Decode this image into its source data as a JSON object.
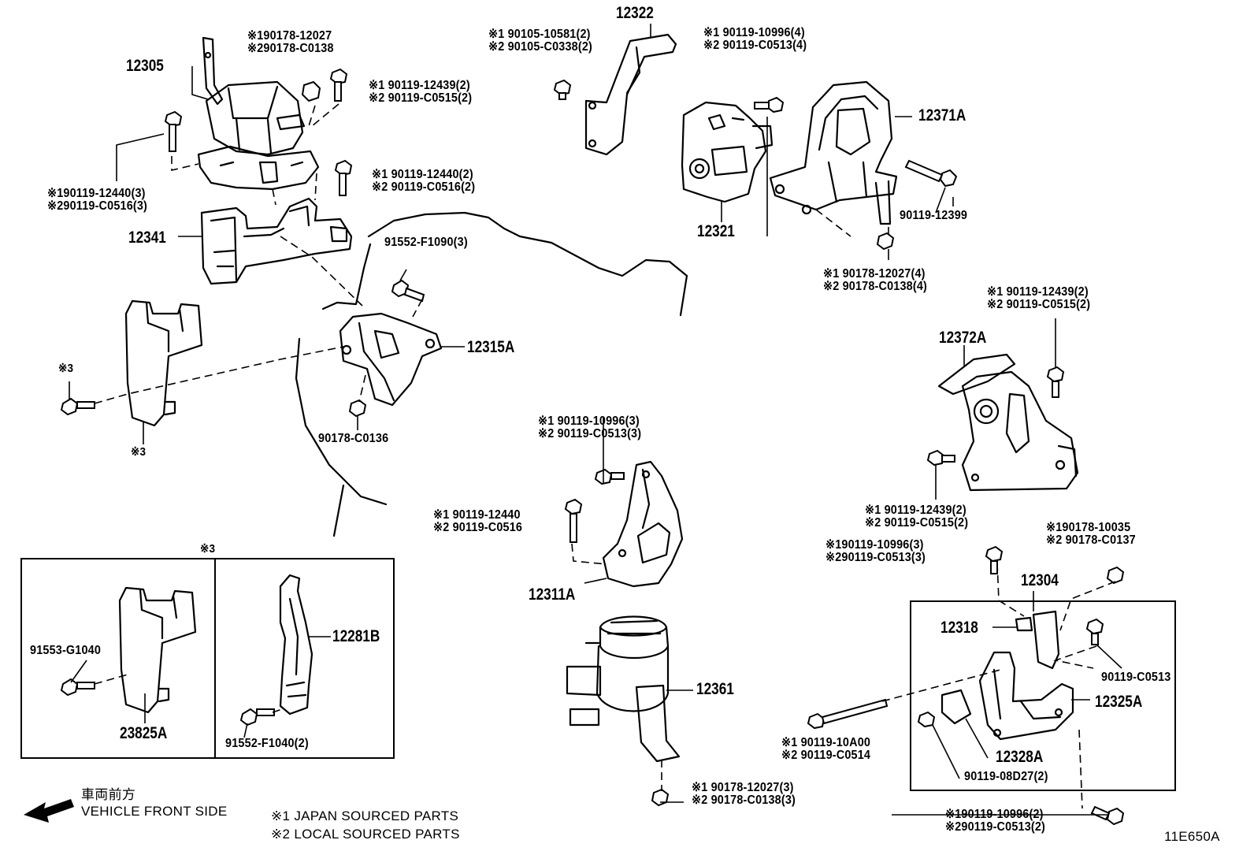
{
  "diagram": {
    "code": "11E650A",
    "legend": {
      "japan": "※1 JAPAN SOURCED PARTS",
      "local": "※2 LOCAL SOURCED PARTS"
    },
    "direction": {
      "jp": "車両前方",
      "en": "VEHICLE FRONT SIDE"
    },
    "inset_marker": "※3",
    "parts": {
      "p12305": "12305",
      "p12341": "12341",
      "p12322": "12322",
      "p12321": "12321",
      "p12371A": "12371A",
      "p12315A": "12315A",
      "p12372A": "12372A",
      "p12311A": "12311A",
      "p12361": "12361",
      "p12304": "12304",
      "p12318": "12318",
      "p12325A": "12325A",
      "p12328A": "12328A",
      "p12281B": "12281B",
      "p23825A": "23825A"
    },
    "callouts": {
      "c_nut_top_1": "※190178-12027",
      "c_nut_top_2": "※290178-C0138",
      "c_bolt_a_1": "※1 90119-12439(2)",
      "c_bolt_a_2": "※2 90119-C0515(2)",
      "c_bolt_b_1": "※1 90119-12440(2)",
      "c_bolt_b_2": "※2 90119-C0516(2)",
      "c_bolt_c_1": "※190119-12440(3)",
      "c_bolt_c_2": "※290119-C0516(3)",
      "c_bolt_d_1": "※1 90105-10581(2)",
      "c_bolt_d_2": "※2 90105-C0338(2)",
      "c_bolt_e_1": "※1 90119-10996(4)",
      "c_bolt_e_2": "※2 90119-C0513(4)",
      "c_bolt_f": "90119-12399",
      "c_nut_g_1": "※1 90178-12027(4)",
      "c_nut_g_2": "※2 90178-C0138(4)",
      "c_bolt_h": "91552-F1090(3)",
      "c_nut_i": "90178-C0136",
      "c_s3_a": "※3",
      "c_s3_b": "※3",
      "c_bolt_j_1": "※1 90119-12439(2)",
      "c_bolt_j_2": "※2 90119-C0515(2)",
      "c_bolt_k_1": "※1 90119-12439(2)",
      "c_bolt_k_2": "※2 90119-C0515(2)",
      "c_bolt_l_1": "※1 90119-10996(3)",
      "c_bolt_l_2": "※2 90119-C0513(3)",
      "c_bolt_m_1": "※1 90119-12440",
      "c_bolt_m_2": "※2 90119-C0516",
      "c_bolt_n_1": "※190119-10996(3)",
      "c_bolt_n_2": "※290119-C0513(3)",
      "c_nut_o_1": "※190178-10035",
      "c_nut_o_2": "※2 90178-C0137",
      "c_bolt_p": "90119-C0513",
      "c_bolt_q_1": "※1 90119-10A00",
      "c_bolt_q_2": "※2 90119-C0514",
      "c_bolt_r": "90119-08D27(2)",
      "c_nut_s_1": "※1 90178-12027(3)",
      "c_nut_s_2": "※2 90178-C0138(3)",
      "c_bolt_t_1": "※190119-10996(2)",
      "c_bolt_t_2": "※290119-C0513(2)",
      "c_inset_bolt_1": "91553-G1040",
      "c_inset_bolt_2": "91552-F1040(2)"
    }
  }
}
